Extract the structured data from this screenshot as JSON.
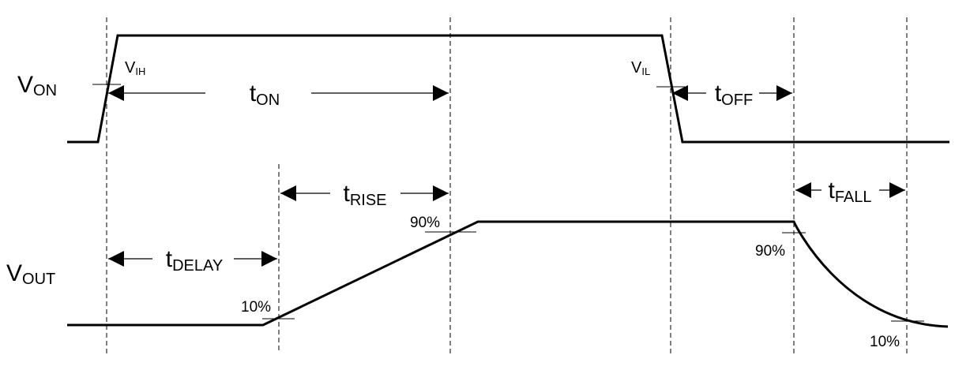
{
  "signals": {
    "von": {
      "main": "V",
      "sub": "ON"
    },
    "vout": {
      "main": "V",
      "sub": "OUT"
    }
  },
  "thresholds": {
    "vih": {
      "main": "V",
      "sub": "IH"
    },
    "vil": {
      "main": "V",
      "sub": "IL"
    }
  },
  "timings": {
    "t_on": {
      "main": "t",
      "sub": "ON"
    },
    "t_off": {
      "main": "t",
      "sub": "OFF"
    },
    "t_rise": {
      "main": "t",
      "sub": "RISE"
    },
    "t_fall": {
      "main": "t",
      "sub": "FALL"
    },
    "t_delay": {
      "main": "t",
      "sub": "DELAY"
    }
  },
  "levels": {
    "rise_90": "90%",
    "rise_10": "10%",
    "fall_90": "90%",
    "fall_10": "10%"
  },
  "colors": {
    "line": "#000000",
    "background": "#ffffff"
  }
}
